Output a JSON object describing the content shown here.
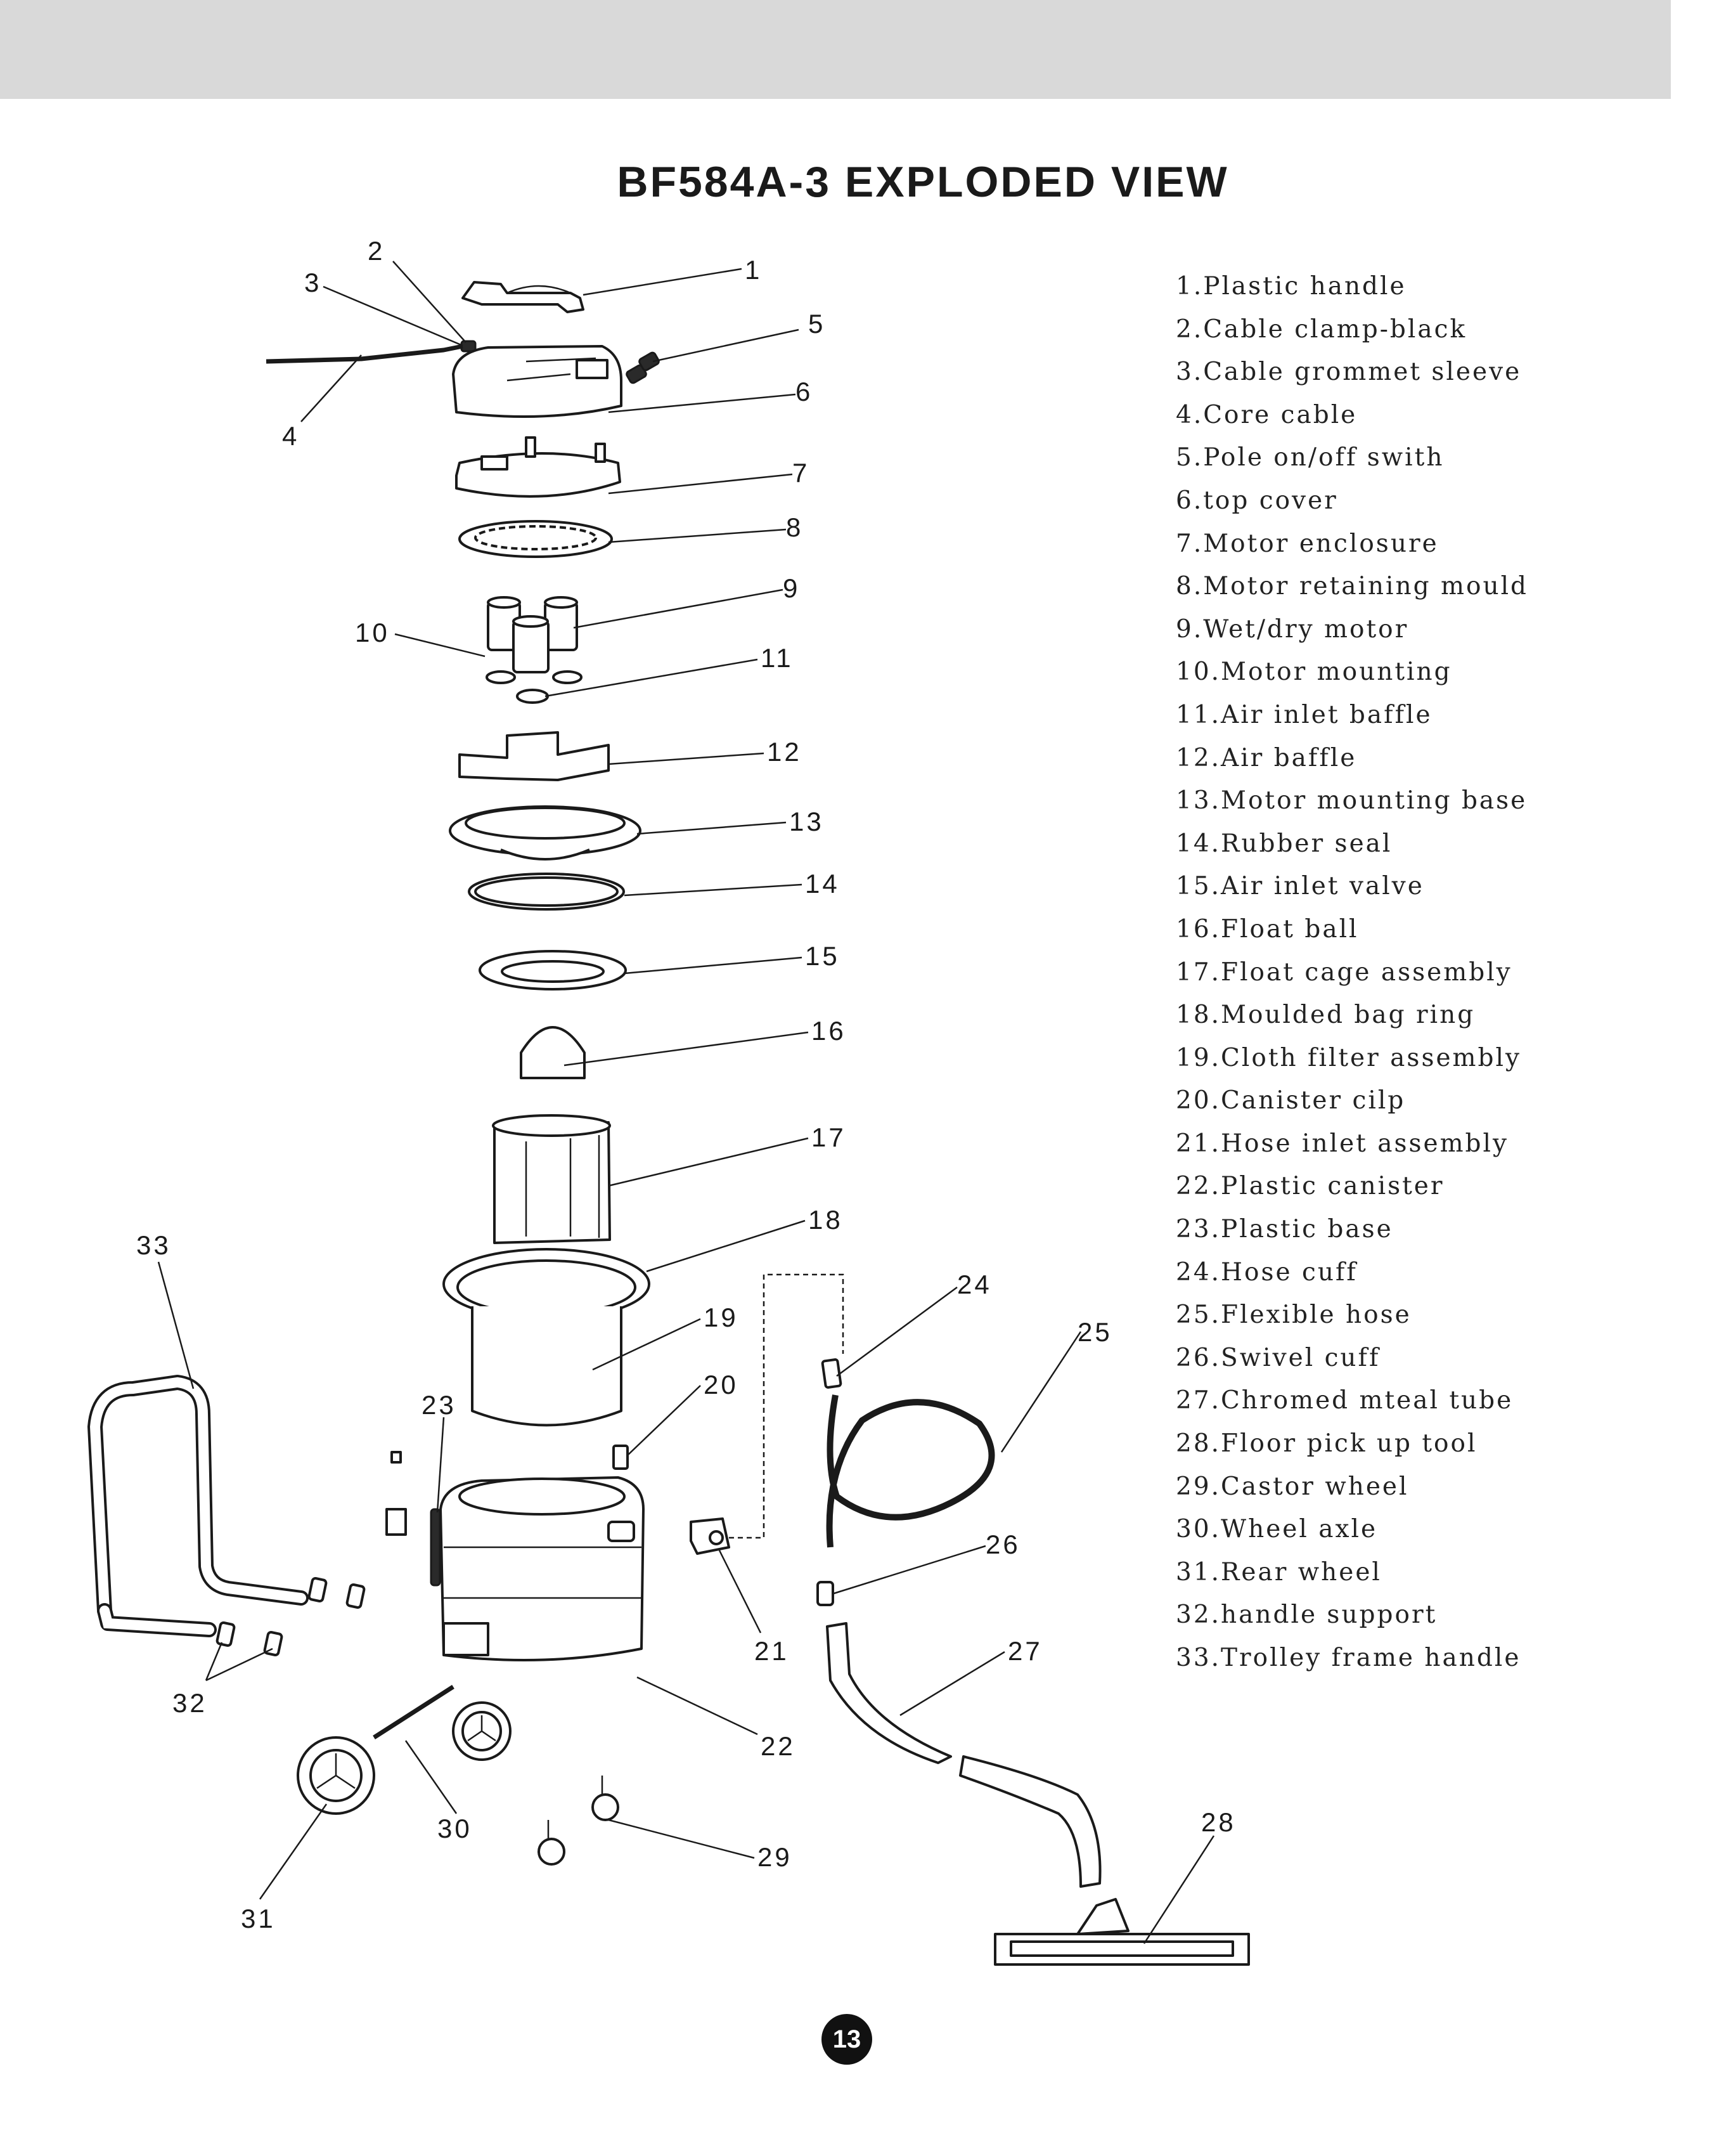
{
  "title": "BF584A-3  EXPLODED VIEW",
  "page_number": "13",
  "parts": [
    {
      "num": "1",
      "label": "1.Plastic handle"
    },
    {
      "num": "2",
      "label": "2.Cable clamp-black"
    },
    {
      "num": "3",
      "label": "3.Cable grommet sleeve"
    },
    {
      "num": "4",
      "label": "4.Core cable"
    },
    {
      "num": "5",
      "label": "5.Pole on/off swith"
    },
    {
      "num": "6",
      "label": "6.top cover"
    },
    {
      "num": "7",
      "label": "7.Motor enclosure"
    },
    {
      "num": "8",
      "label": "8.Motor retaining mould"
    },
    {
      "num": "9",
      "label": "9.Wet/dry motor"
    },
    {
      "num": "10",
      "label": "10.Motor mounting"
    },
    {
      "num": "11",
      "label": "11.Air inlet  baffle"
    },
    {
      "num": "12",
      "label": "12.Air baffle"
    },
    {
      "num": "13",
      "label": "13.Motor mounting base"
    },
    {
      "num": "14",
      "label": "14.Rubber seal"
    },
    {
      "num": "15",
      "label": "15.Air inlet valve"
    },
    {
      "num": "16",
      "label": "16.Float ball"
    },
    {
      "num": "17",
      "label": "17.Float cage assembly"
    },
    {
      "num": "18",
      "label": "18.Moulded bag ring"
    },
    {
      "num": "19",
      "label": "19.Cloth filter assembly"
    },
    {
      "num": "20",
      "label": "20.Canister cilp"
    },
    {
      "num": "21",
      "label": "21.Hose inlet assembly"
    },
    {
      "num": "22",
      "label": "22.Plastic canister"
    },
    {
      "num": "23",
      "label": "23.Plastic base"
    },
    {
      "num": "24",
      "label": "24.Hose cuff"
    },
    {
      "num": "25",
      "label": "25.Flexible hose"
    },
    {
      "num": "26",
      "label": "26.Swivel cuff"
    },
    {
      "num": "27",
      "label": "27.Chromed mteal tube"
    },
    {
      "num": "28",
      "label": "28.Floor pick up tool"
    },
    {
      "num": "29",
      "label": "29.Castor wheel"
    },
    {
      "num": "30",
      "label": "30.Wheel axle"
    },
    {
      "num": "31",
      "label": "31.Rear wheel"
    },
    {
      "num": "32",
      "label": "32.handle support"
    },
    {
      "num": "33",
      "label": "33.Trolley frame handle"
    }
  ]
}
